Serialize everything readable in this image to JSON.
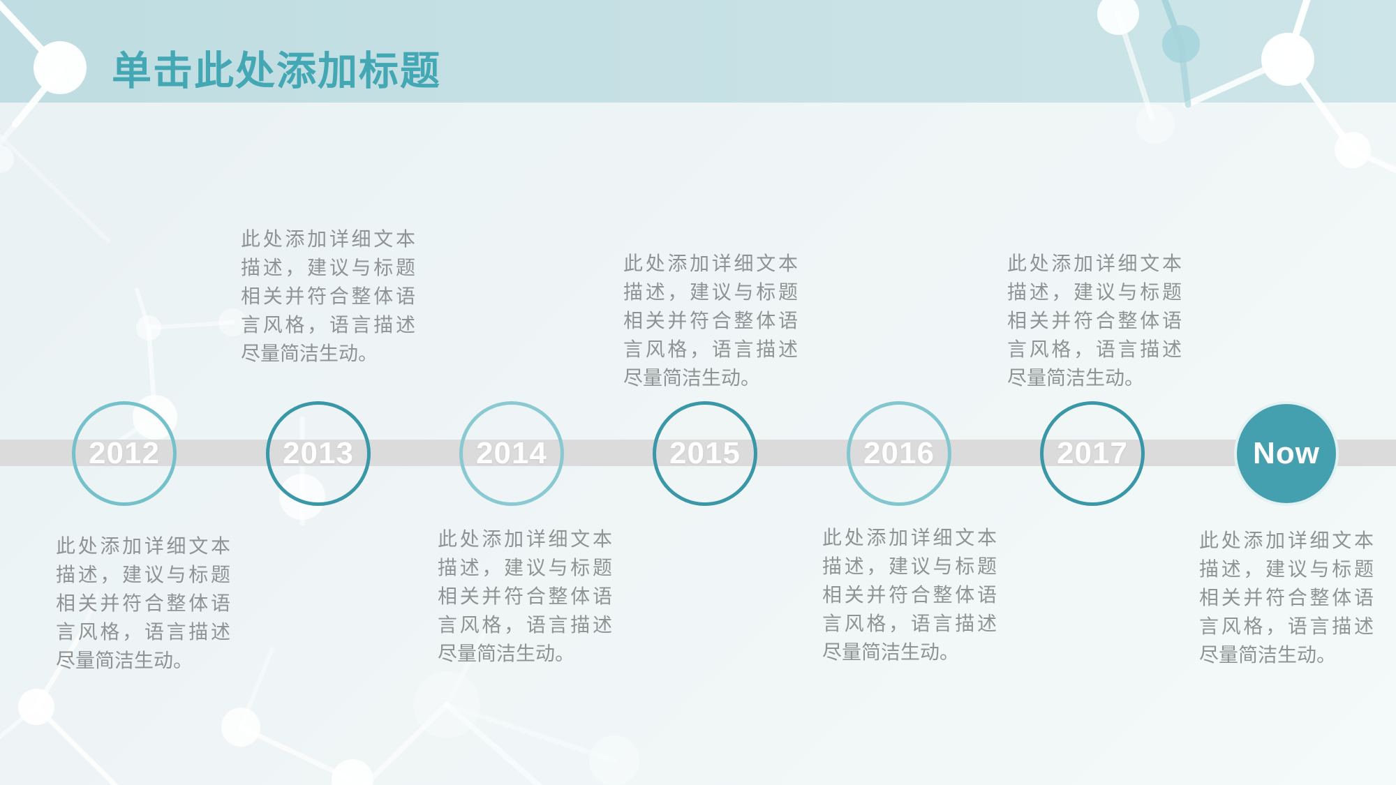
{
  "slide": {
    "title": "单击此处添加标题"
  },
  "colors": {
    "header_bg": "#c5e0e4",
    "title": "#43a7b4",
    "bar": "#dbdbdb",
    "ring_light": "#7fc5cf",
    "ring_dark": "#3997a7",
    "now_fill": "#44a0ae",
    "desc_text": "#8f9394"
  },
  "timeline": {
    "milestones": [
      {
        "label": "2012",
        "style": "ring-light",
        "desc_position": "below",
        "desc": "此处添加详细文本描述，建议与标题相关并符合整体语言风格，语言描述尽量简洁生动。"
      },
      {
        "label": "2013",
        "style": "ring-dark",
        "desc_position": "above",
        "desc": "此处添加详细文本描述，建议与标题相关并符合整体语言风格，语言描述尽量简洁生动。"
      },
      {
        "label": "2014",
        "style": "ring-light",
        "desc_position": "below",
        "desc": "此处添加详细文本描述，建议与标题相关并符合整体语言风格，语言描述尽量简洁生动。"
      },
      {
        "label": "2015",
        "style": "ring-dark",
        "desc_position": "above",
        "desc": "此处添加详细文本描述，建议与标题相关并符合整体语言风格，语言描述尽量简洁生动。"
      },
      {
        "label": "2016",
        "style": "ring-light",
        "desc_position": "below",
        "desc": "此处添加详细文本描述，建议与标题相关并符合整体语言风格，语言描述尽量简洁生动。"
      },
      {
        "label": "2017",
        "style": "ring-dark",
        "desc_position": "above",
        "desc": "此处添加详细文本描述，建议与标题相关并符合整体语言风格，语言描述尽量简洁生动。"
      },
      {
        "label": "Now",
        "style": "filled",
        "desc_position": "below",
        "desc": "此处添加详细文本描述，建议与标题相关并符合整体语言风格，语言描述尽量简洁生动。"
      }
    ]
  }
}
